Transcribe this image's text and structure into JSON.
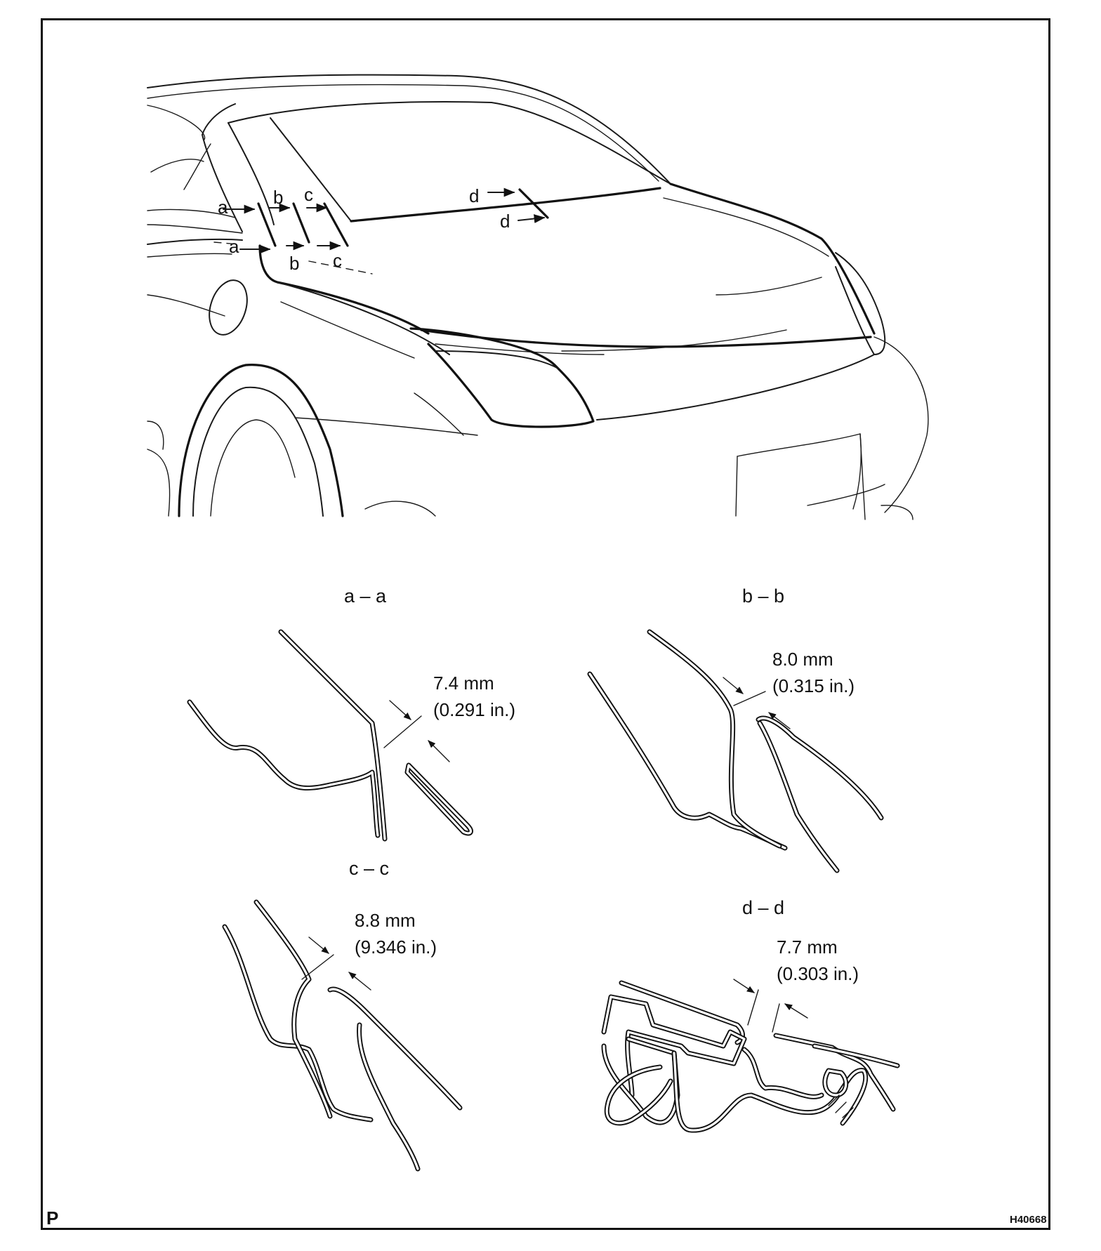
{
  "overview": {
    "markers": [
      "a",
      "a",
      "b",
      "b",
      "c",
      "c",
      "d",
      "d"
    ]
  },
  "sections": [
    {
      "id": "a",
      "title": "a – a",
      "gap_mm": "7.4 mm",
      "gap_in": "(0.291 in.)"
    },
    {
      "id": "b",
      "title": "b – b",
      "gap_mm": "8.0 mm",
      "gap_in": "(0.315 in.)"
    },
    {
      "id": "c",
      "title": "c – c",
      "gap_mm": "8.8 mm",
      "gap_in": "(9.346 in.)"
    },
    {
      "id": "d",
      "title": "d – d",
      "gap_mm": "7.7 mm",
      "gap_in": "(0.303 in.)"
    }
  ],
  "corner_code": "P",
  "figure_id": "H40668"
}
